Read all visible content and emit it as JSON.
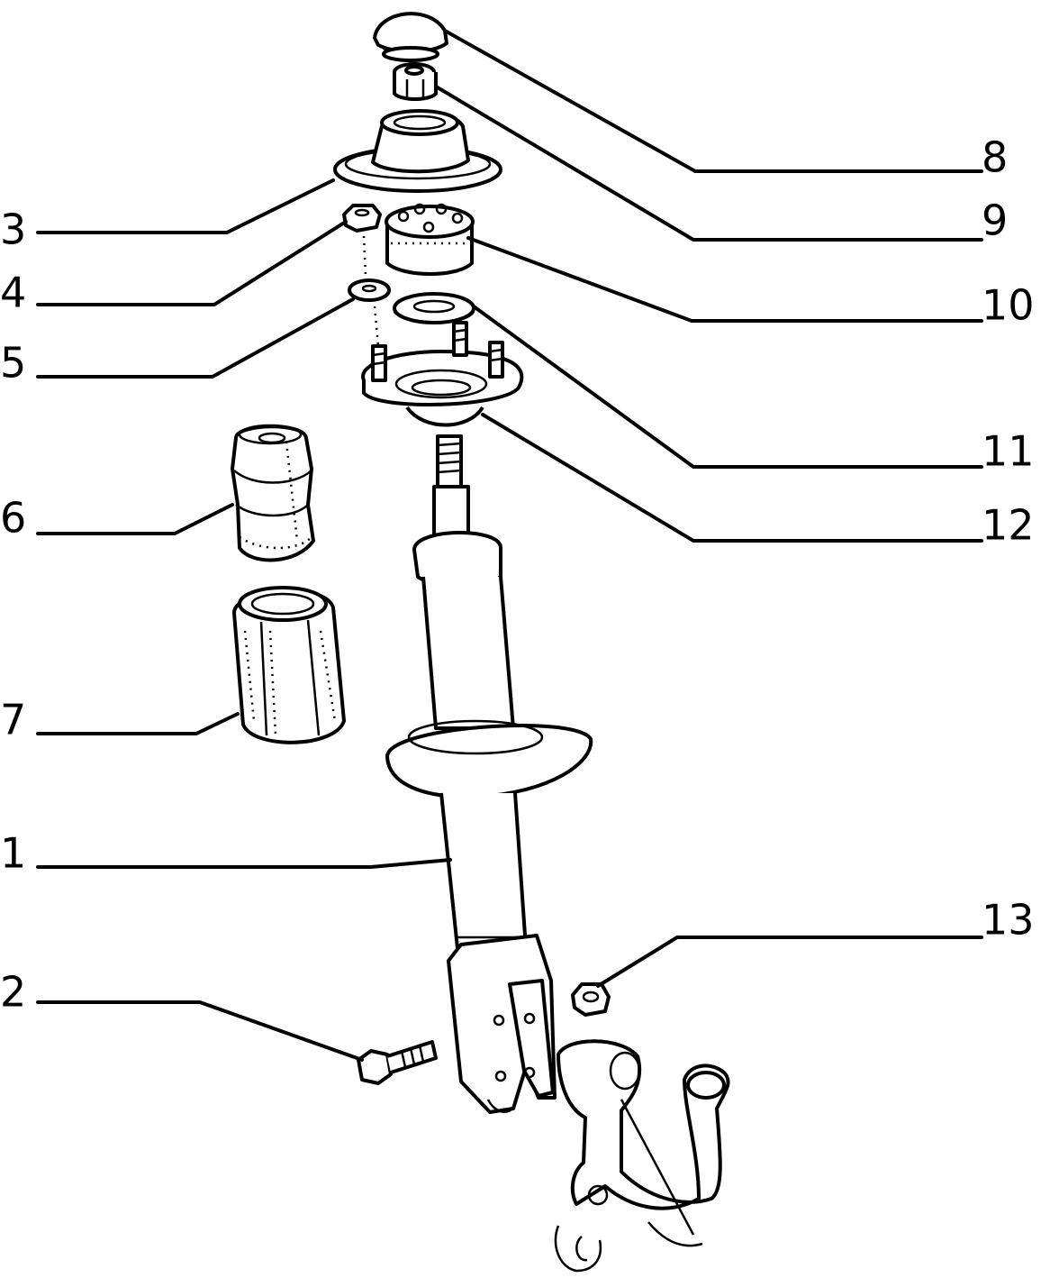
{
  "diagram": {
    "callouts": [
      {
        "id": "1",
        "label": "1"
      },
      {
        "id": "2",
        "label": "2"
      },
      {
        "id": "3",
        "label": "3"
      },
      {
        "id": "4",
        "label": "4"
      },
      {
        "id": "5",
        "label": "5"
      },
      {
        "id": "6",
        "label": "6"
      },
      {
        "id": "7",
        "label": "7"
      },
      {
        "id": "8",
        "label": "8"
      },
      {
        "id": "9",
        "label": "9"
      },
      {
        "id": "10",
        "label": "10"
      },
      {
        "id": "11",
        "label": "11"
      },
      {
        "id": "12",
        "label": "12"
      },
      {
        "id": "13",
        "label": "13"
      }
    ],
    "parts": {
      "p1": "shock-absorber",
      "p2": "bolt",
      "p3": "upper-mount",
      "p4": "nut",
      "p5": "washer",
      "p6": "bump-stop",
      "p7": "dust-boot",
      "p8": "dust-cap",
      "p9": "top-nut",
      "p10": "mount-bushing",
      "p11": "bearing-plate",
      "p12": "spring-seat-plate",
      "p13": "lock-nut"
    }
  }
}
